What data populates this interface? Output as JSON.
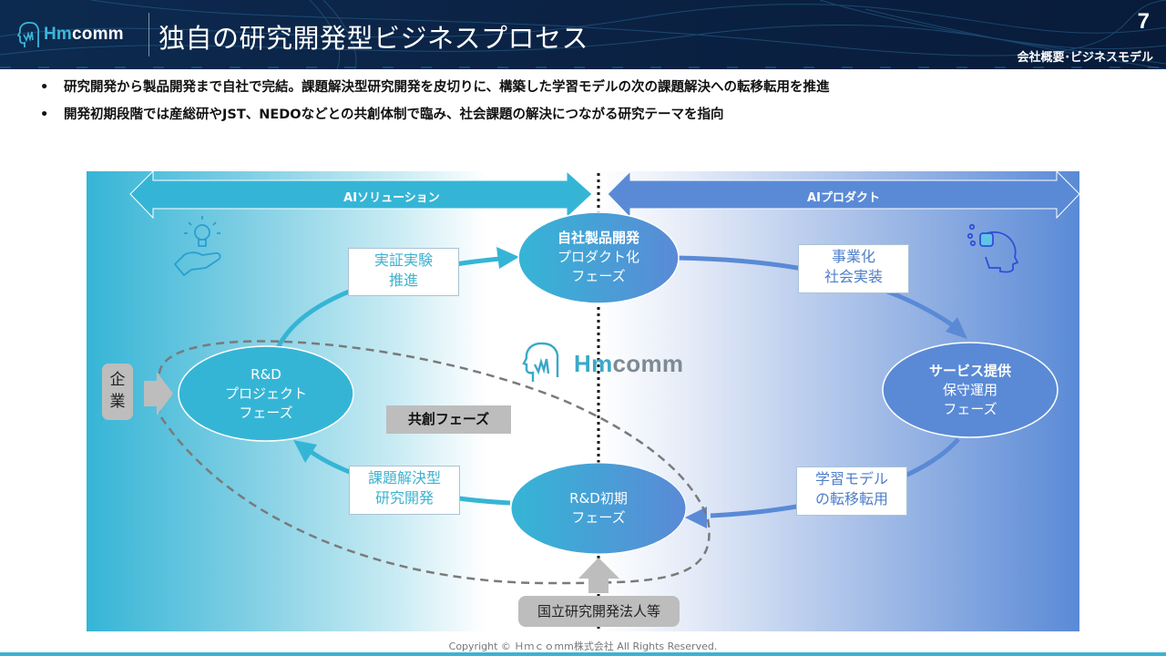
{
  "header": {
    "logo_prefix": "Hm",
    "logo_suffix": "comm",
    "title": "独自の研究開発型ビジネスプロセス",
    "page_number": "7",
    "section": "会社概要･ビジネスモデル"
  },
  "bullets": [
    "研究開発から製品開発まで自社で完結。課題解決型研究開発を皮切りに、構築した学習モデルの次の課題解決への転移転用を推進",
    "開発初期段階では産総研やJST、NEDOなどとの共創体制で臨み、社会課題の解決につながる研究テーマを指向"
  ],
  "diagram": {
    "bands": {
      "left": "AIソリューション",
      "right": "AIプロダクト"
    },
    "phases": {
      "product": {
        "bold": "自社製品開発",
        "lines": [
          "プロダクト化",
          "フェーズ"
        ]
      },
      "service": {
        "bold": "サービス提供",
        "lines": [
          "保守運用",
          "フェーズ"
        ]
      },
      "rnd_project": {
        "lines": [
          "R&D",
          "プロジェクト",
          "フェーズ"
        ]
      },
      "rnd_initial": {
        "lines": [
          "R&D初期",
          "フェーズ"
        ]
      }
    },
    "transitions": {
      "poc": [
        "実証実験",
        "推進"
      ],
      "commercialize": [
        "事業化",
        "社会実装"
      ],
      "transfer": [
        "学習モデル",
        "の転移転用"
      ],
      "solution_rnd": [
        "課題解決型",
        "研究開発"
      ]
    },
    "co_creation_label": "共創フェーズ",
    "company_label": [
      "企",
      "業"
    ],
    "national_institutes_label": "国立研究開発法人等",
    "center_logo_prefix": "Hm",
    "center_logo_suffix": "comm",
    "icons": [
      "lightbulb-hand-icon",
      "ai-head-icon"
    ],
    "colors": {
      "teal": "#35b5d6",
      "blue": "#5a8ad6",
      "gray": "#bdbdbd",
      "header_navy": "#0b2244"
    }
  },
  "footer": {
    "copyright": "Copyright © Ｈｍｃｏmm株式会社 All Rights Reserved."
  }
}
